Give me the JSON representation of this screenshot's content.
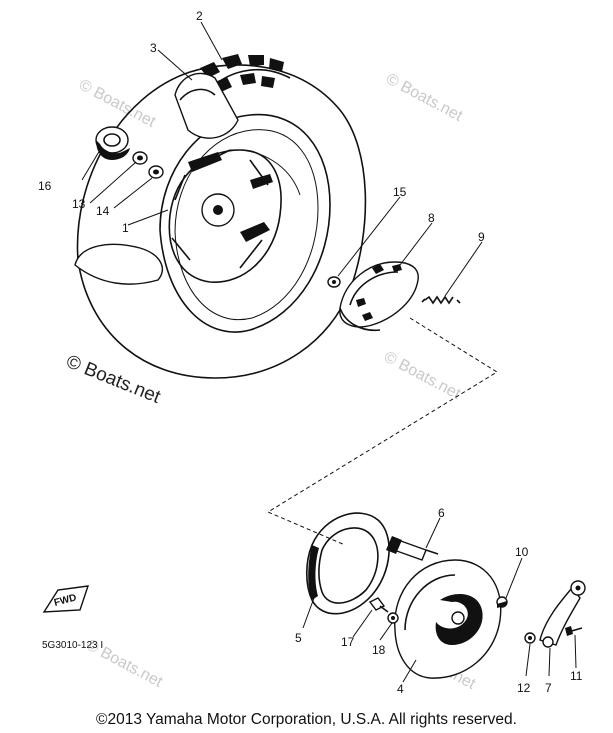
{
  "diagram": {
    "part_numbers": [
      "1",
      "2",
      "3",
      "4",
      "5",
      "6",
      "7",
      "8",
      "9",
      "10",
      "11",
      "12",
      "13",
      "14",
      "15",
      "16",
      "17",
      "18"
    ],
    "part_code": "5G3010-123 I",
    "fwd_label": "FWD",
    "watermark": "© Boats.net",
    "copyright": "©2013 Yamaha Motor Corporation, U.S.A. All rights reserved."
  }
}
